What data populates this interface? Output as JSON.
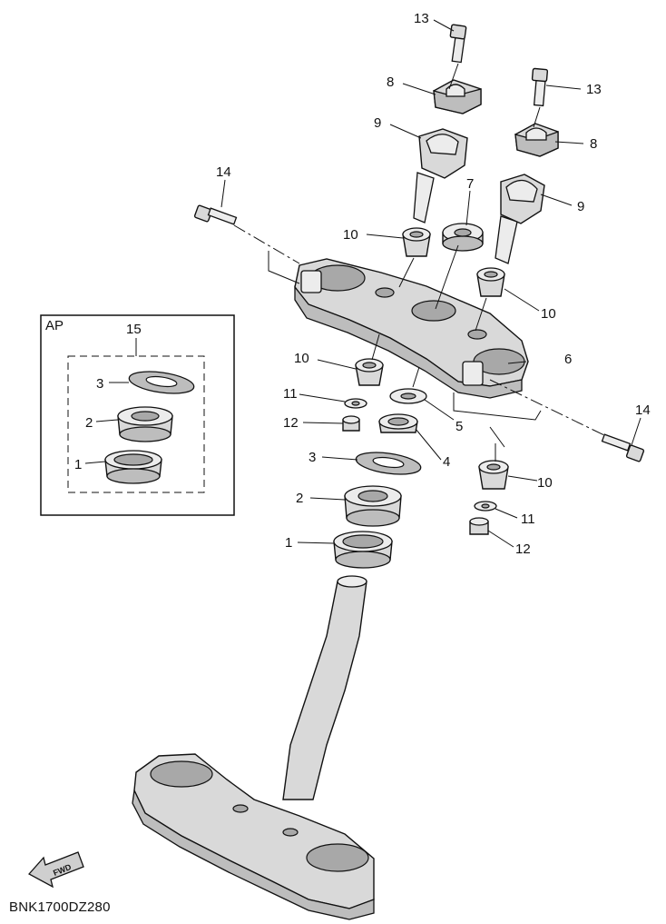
{
  "callouts": {
    "c13a": "13",
    "c13b": "13",
    "c8a": "8",
    "c8b": "8",
    "c9a": "9",
    "c9b": "9",
    "c7": "7",
    "c14a": "14",
    "c14b": "14",
    "c10a": "10",
    "c10b": "10",
    "c10c": "10",
    "c10d": "10",
    "c6": "6",
    "c5": "5",
    "c4": "4",
    "c11a": "11",
    "c11b": "11",
    "c12a": "12",
    "c12b": "12",
    "c3": "3",
    "c2": "2",
    "c1": "1"
  },
  "inset": {
    "title": "AP",
    "group": "15",
    "c3": "3",
    "c2": "2",
    "c1": "1"
  },
  "fwd_badge": "FWD",
  "diagram_code": "BNK1700DZ280"
}
